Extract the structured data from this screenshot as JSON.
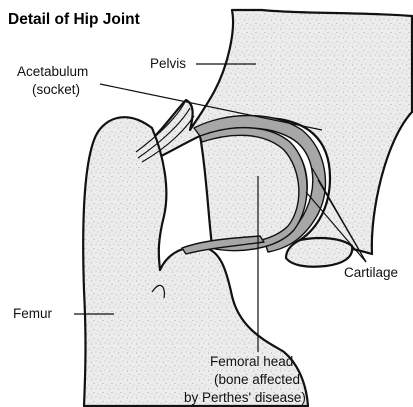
{
  "title": "Detail of Hip Joint",
  "labels": {
    "pelvis": "Pelvis",
    "acetabulum_line1": "Acetabulum",
    "acetabulum_line2": "(socket)",
    "cartilage": "Cartilage",
    "femur": "Femur",
    "femoral_head_line1": "Femoral head",
    "femoral_head_line2": "(bone affected",
    "femoral_head_line3": "by Perthes' disease)"
  },
  "colors": {
    "bone_fill": "#e9e9e9",
    "stipple": "#9a9a9a",
    "cartilage": "#a7a7a7",
    "outline": "#111111",
    "background": "#ffffff"
  }
}
